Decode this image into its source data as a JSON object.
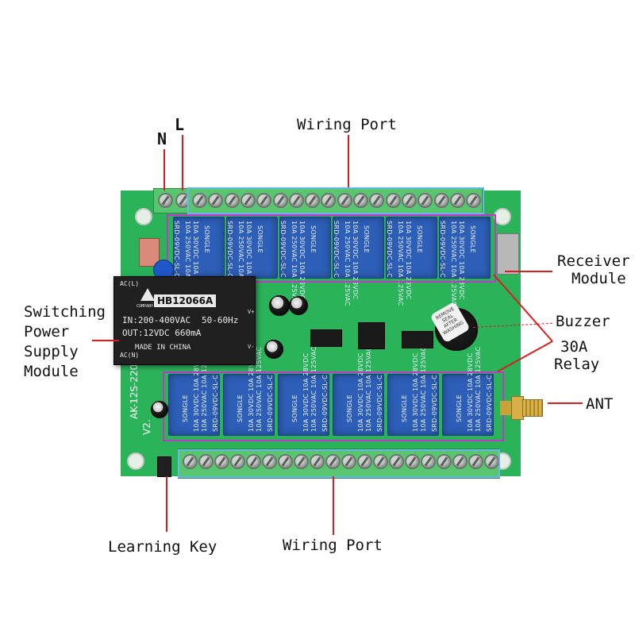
{
  "labels": {
    "n": "N",
    "l": "L",
    "wiring_port_top": "Wiring Port",
    "receiver_module_1": "Receiver",
    "receiver_module_2": "Module",
    "switching_1": "Switching",
    "switching_2": "Power",
    "switching_3": "Supply",
    "switching_4": "Module",
    "buzzer": "Buzzer",
    "relay_1": "30A",
    "relay_2": "Relay",
    "ant": "ANT",
    "learning_key": "Learning Key",
    "wiring_port_bottom": "Wiring Port"
  },
  "psu": {
    "model": "HB12066A",
    "company": "COMPANY NAME",
    "ac_l": "AC(L)",
    "ac_n": "AC(N)",
    "vplus": "V+",
    "vminus": "V-",
    "input": "IN:200-400VAC",
    "freq": "50-60Hz",
    "output": "OUT:12VDC 660mA",
    "made_in": "MADE IN CHINA"
  },
  "relay": {
    "model": "SRD-09VDC-SL-C",
    "rating_1": "10A 250VAC 10A 125VAC",
    "rating_2": "10A 30VDC 10A 28VDC",
    "brand": "SONGLE"
  },
  "pcb": {
    "silk_model": "AK-12S-220",
    "silk_ver": "V2."
  },
  "buzzer": {
    "sticker_1": "REMOVE",
    "sticker_2": "SEAL",
    "sticker_3": "AFTER",
    "sticker_4": "WASHING"
  },
  "colors": {
    "board": "#2bb35a",
    "terminal": "#57c66f",
    "relay": "#2d5fb8",
    "highlight_pink": "#c238c9",
    "highlight_blue": "#6ab8e6",
    "callout_line": "#d81e1e"
  }
}
